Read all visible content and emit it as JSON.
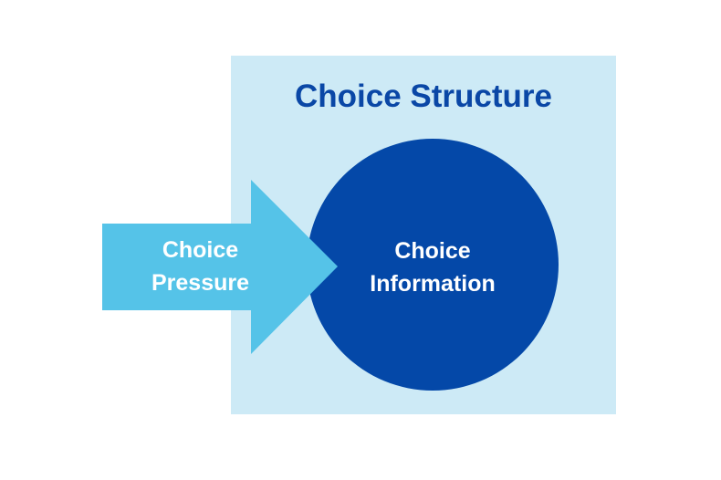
{
  "diagram": {
    "container": {
      "title": "Choice Structure",
      "color": "#cdeaf6",
      "title_color": "#0a47a6"
    },
    "arrow": {
      "line1": "Choice",
      "line2": "Pressure",
      "color": "#55c3e8",
      "text_color": "#ffffff"
    },
    "circle": {
      "line1": "Choice",
      "line2": "Information",
      "color": "#0448a8",
      "text_color": "#ffffff"
    }
  }
}
